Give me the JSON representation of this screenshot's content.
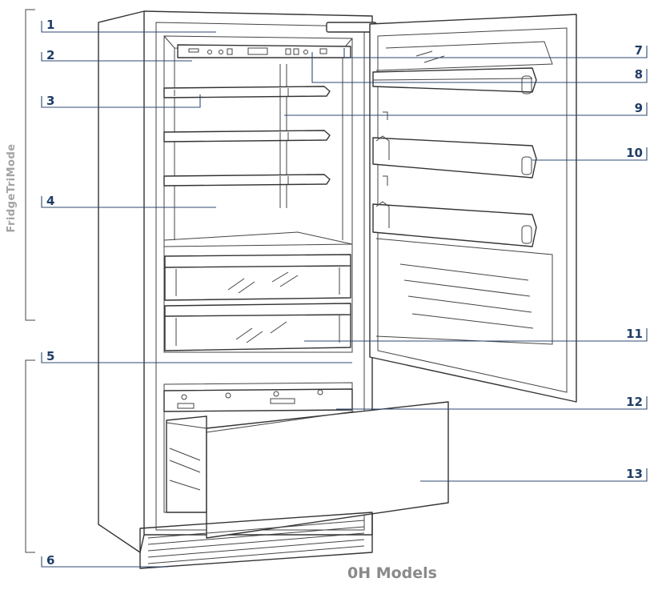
{
  "side_label": "FridgeTriMode",
  "caption": "0H Models",
  "callouts": [
    {
      "id": "1",
      "label": "1"
    },
    {
      "id": "2",
      "label": "2"
    },
    {
      "id": "3",
      "label": "3"
    },
    {
      "id": "4",
      "label": "4"
    },
    {
      "id": "5",
      "label": "5"
    },
    {
      "id": "6",
      "label": "6"
    },
    {
      "id": "7",
      "label": "7"
    },
    {
      "id": "8",
      "label": "8"
    },
    {
      "id": "9",
      "label": "9"
    },
    {
      "id": "10",
      "label": "10"
    },
    {
      "id": "11",
      "label": "11"
    },
    {
      "id": "12",
      "label": "12"
    },
    {
      "id": "13",
      "label": "13"
    }
  ],
  "colors": {
    "callout": "#1f3d66",
    "caption": "#8a8a8a",
    "side_label": "#a3a3a3"
  }
}
